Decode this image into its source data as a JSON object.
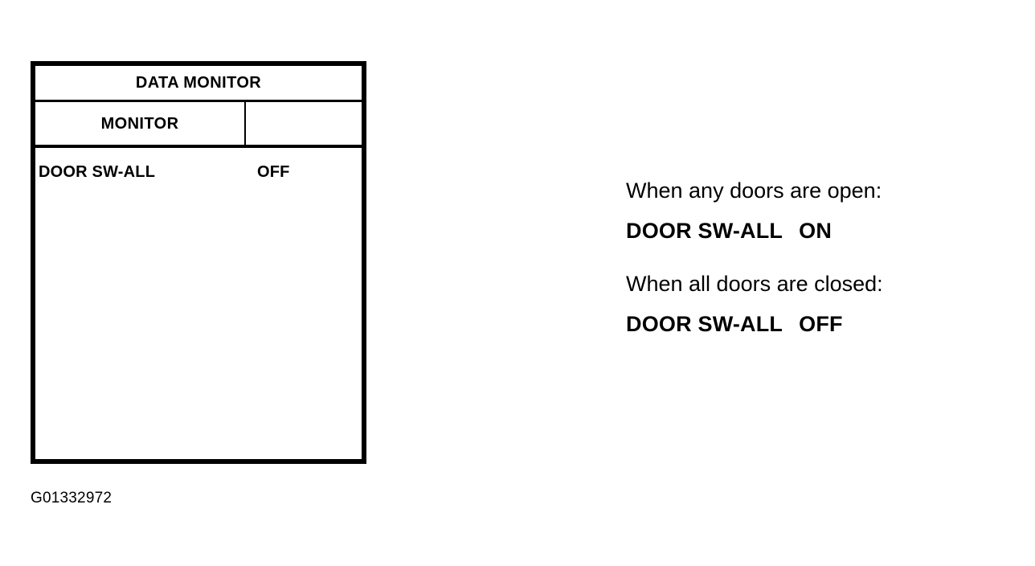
{
  "panel": {
    "title": "DATA MONITOR",
    "subhead": {
      "left_label": "MONITOR",
      "right_label": ""
    },
    "rows": [
      {
        "label": "DOOR SW-ALL",
        "value": "OFF"
      }
    ]
  },
  "caption": "G01332972",
  "notes": [
    {
      "condition": "When any doors are open:",
      "item": "DOOR SW-ALL",
      "state": "ON"
    },
    {
      "condition": "When all doors are closed:",
      "item": "DOOR SW-ALL",
      "state": "OFF"
    }
  ],
  "colors": {
    "ink": "#000000",
    "paper": "#ffffff"
  }
}
